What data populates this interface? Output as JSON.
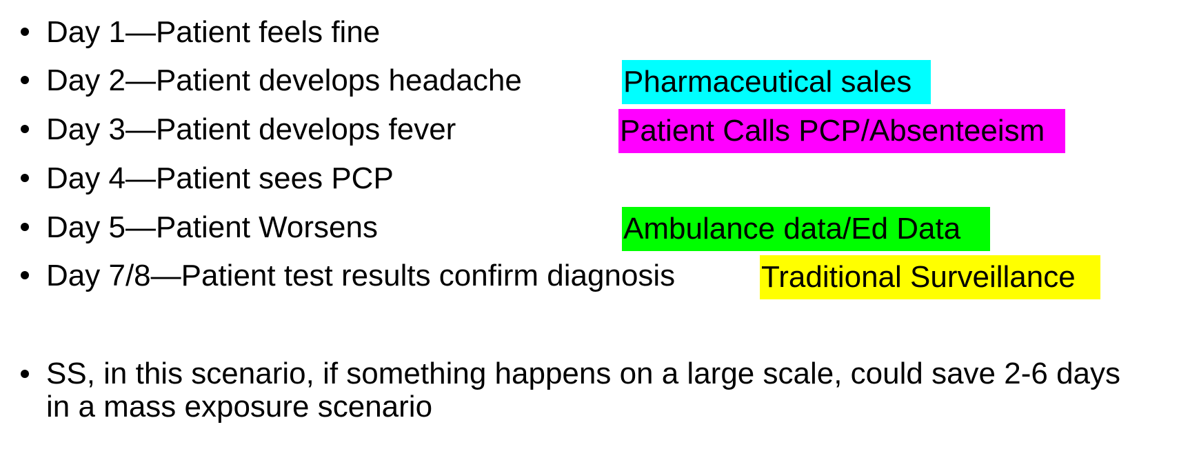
{
  "items": [
    {
      "text": "Day 1—Patient feels fine",
      "tag": "",
      "tag_color": ""
    },
    {
      "text": "Day 2—Patient develops headache",
      "tag": "Pharmaceutical sales",
      "tag_color": "#00FFFF"
    },
    {
      "text": "Day 3—Patient develops fever",
      "tag": "Patient Calls PCP/Absenteeism",
      "tag_color": "#FF00FF"
    },
    {
      "text": "Day 4—Patient sees PCP",
      "tag": "",
      "tag_color": ""
    },
    {
      "text": "Day 5—Patient Worsens",
      "tag": "Ambulance data/Ed Data",
      "tag_color": "#00FF00"
    },
    {
      "text": "Day 7/8—Patient test results confirm diagnosis",
      "tag": "Traditional Surveillance",
      "tag_color": "#FFFF00"
    }
  ],
  "summary": "SS, in this scenario, if something happens on a large scale, could save 2-6 days in a mass exposure scenario",
  "colors": {
    "text": "#000000",
    "background": "#FFFFFF"
  }
}
